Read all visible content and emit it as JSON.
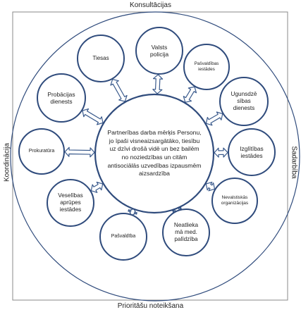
{
  "edges": {
    "top": "Konsultācijas",
    "bottom": "Prioritāšu noteikšana",
    "left": "Koordinācija",
    "right": "Sadarbība"
  },
  "center": {
    "text": "Partnerības darba mērķis Personu, jo īpaši visneaizsargātāko, tiesību uz dzīvi drošā vidē un bez bailēm no noziedzības un citām antisociālās uzvedības izpausmēm aizsardzība"
  },
  "nodes": [
    {
      "id": "valsts-policija",
      "lines": [
        "Valsts",
        "policija"
      ]
    },
    {
      "id": "pasvaldibas-iestades",
      "lines": [
        "Pašvaldības",
        "iestādes"
      ]
    },
    {
      "id": "ugunsdzesibas-dienests",
      "lines": [
        "Ugunsdzē",
        "sības",
        "dienests"
      ]
    },
    {
      "id": "izglitibas-iestades",
      "lines": [
        "Izglītības",
        "iestādes"
      ]
    },
    {
      "id": "nevalstiskas-organizacijas",
      "lines": [
        "Nevalstiskās",
        "organizācijas"
      ]
    },
    {
      "id": "neatliekama-palidziba",
      "lines": [
        "Neatlieka",
        "mā med.",
        "palīdzība"
      ]
    },
    {
      "id": "pasvaldiba",
      "lines": [
        "Pašvaldība"
      ]
    },
    {
      "id": "veselibas-aprupes-iestades",
      "lines": [
        "Veselības",
        "aprūpes",
        "iestādes"
      ]
    },
    {
      "id": "prokuratura",
      "lines": [
        "Prokuratūra"
      ]
    },
    {
      "id": "probacijas-dienests",
      "lines": [
        "Probācijas",
        "dienests"
      ]
    },
    {
      "id": "tiesas",
      "lines": [
        "Tiesas"
      ]
    }
  ],
  "colors": {
    "frame": "#888888",
    "circle_stroke": "#2f4b7c",
    "arrow_stroke": "#3a5a8c",
    "arrow_fill": "#ffffff",
    "text": "#222222"
  }
}
